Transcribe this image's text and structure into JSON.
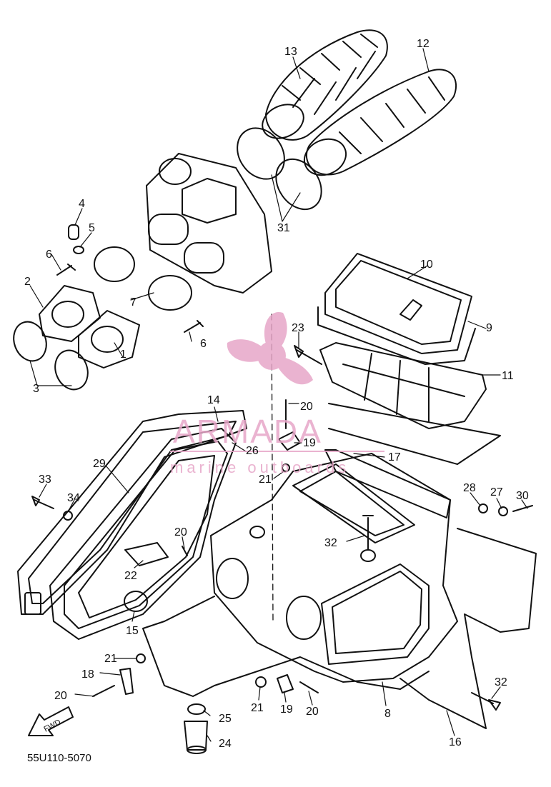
{
  "diagram": {
    "drawing_code": "55U110-5070",
    "fwd_label": "FWD",
    "part_numbers": [
      "13",
      "12",
      "31",
      "4",
      "5",
      "6",
      "2",
      "3",
      "1",
      "7",
      "6",
      "10",
      "9",
      "23",
      "11",
      "20",
      "19",
      "21",
      "17",
      "14",
      "26",
      "29",
      "33",
      "34",
      "28",
      "27",
      "30",
      "32",
      "20",
      "22",
      "15",
      "21",
      "18",
      "20",
      "25",
      "24",
      "21",
      "19",
      "20",
      "8",
      "32",
      "16"
    ]
  },
  "watermark": {
    "title": "ARMADA",
    "subtitle": "marine outboards",
    "color": "#e7a6c8"
  }
}
